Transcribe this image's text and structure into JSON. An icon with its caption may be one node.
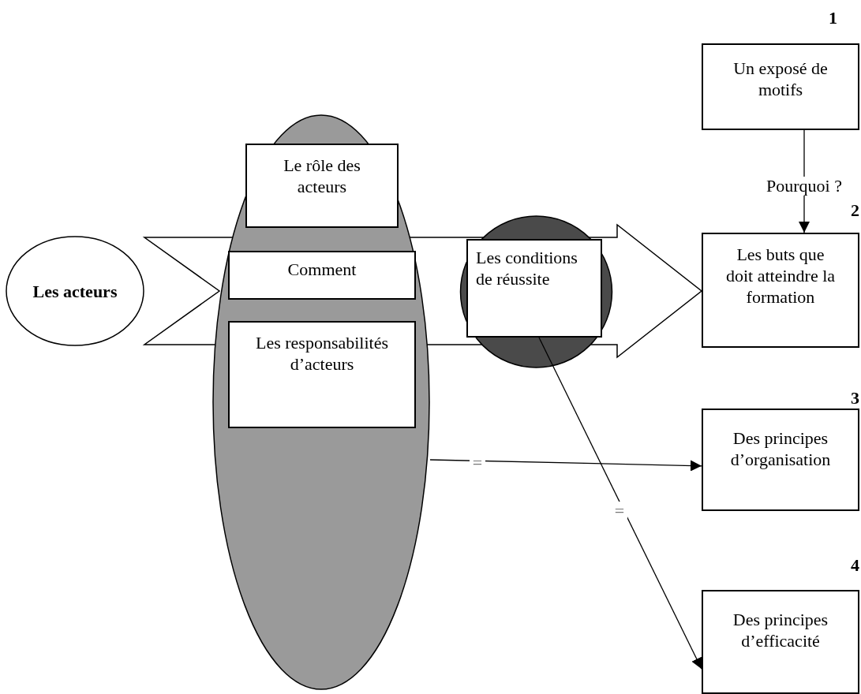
{
  "diagram": {
    "nodes": [
      {
        "text": [
          "Un exposé de motifs"
        ],
        "beside": [
          "1"
        ]
      },
      {
        "text": [],
        "shape": "ellipse"
      },
      {
        "text": [
          "Le rôle des acteurs"
        ],
        "in": 1
      },
      {
        "text": [
          "Les buts que doit atteindre la formation"
        ],
        "beside": [
          "2"
        ]
      },
      {
        "text": [
          "Les acteurs"
        ]
      },
      {
        "text": [
          "Comment"
        ],
        "in": 1
      },
      {
        "text": [],
        "shape": "circle"
      },
      {
        "text": [
          "Les conditions de réussite"
        ],
        "in": 6
      },
      {
        "text": [
          "Les responsabilités d’acteurs"
        ],
        "in": 1
      },
      {
        "text": [
          "Des principes d’organisation"
        ],
        "beside": [
          "3"
        ]
      },
      {
        "text": [
          "Des principes d’efficacité"
        ],
        "beside": [
          "4"
        ]
      }
    ],
    "edges": [
      {
        "from": 0,
        "to": 3,
        "arrow": "to",
        "label": "Pourquoi ?"
      },
      {
        "from": 4,
        "to": 3,
        "arrow": "to",
        "style": "thick"
      },
      {
        "from": 1,
        "to": 9,
        "arrow": "to",
        "label": "="
      },
      {
        "from": 7,
        "to": 10,
        "arrow": "to",
        "label": "="
      }
    ]
  }
}
